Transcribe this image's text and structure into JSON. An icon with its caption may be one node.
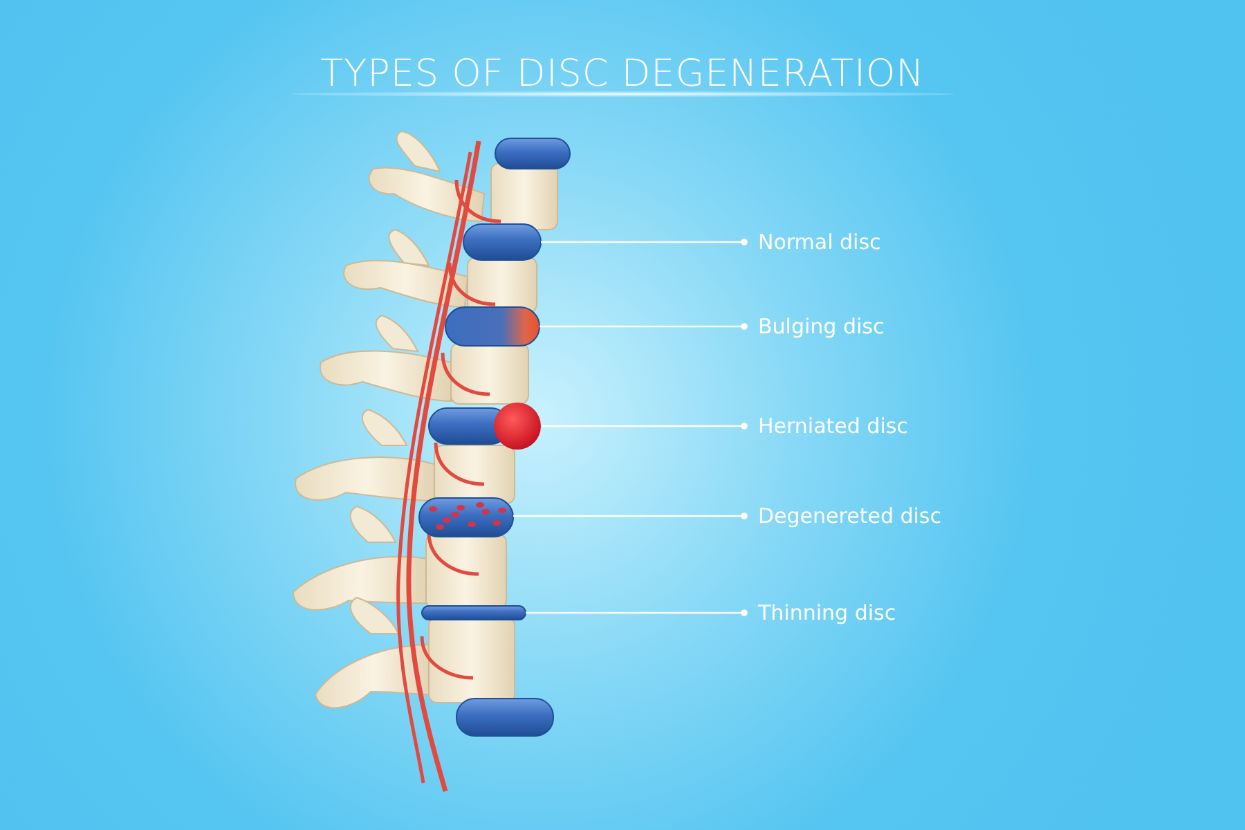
{
  "diagram": {
    "title": "TYPES OF DISC DEGENERATION",
    "nodes": [
      {
        "text": [
          "Normal disc"
        ]
      },
      {
        "text": [
          "Bulging disc"
        ]
      },
      {
        "text": [
          "Herniated disc"
        ]
      },
      {
        "text": [
          "Degenereted disc"
        ]
      },
      {
        "text": [
          "Thinning disc"
        ]
      },
      {
        "text": [],
        "shape": "picture"
      },
      {
        "text": [],
        "shape": "picture"
      },
      {
        "text": [],
        "shape": "picture"
      },
      {
        "text": [],
        "shape": "picture"
      },
      {
        "text": [],
        "shape": "picture"
      }
    ],
    "edges": [
      {
        "from": 0,
        "to": 5,
        "arrow": "other"
      },
      {
        "from": 1,
        "to": 6,
        "arrow": "other"
      },
      {
        "from": 2,
        "to": 7,
        "arrow": "other"
      },
      {
        "from": 3,
        "to": 8,
        "arrow": "other"
      },
      {
        "from": 4,
        "to": 9,
        "arrow": "other"
      }
    ]
  }
}
